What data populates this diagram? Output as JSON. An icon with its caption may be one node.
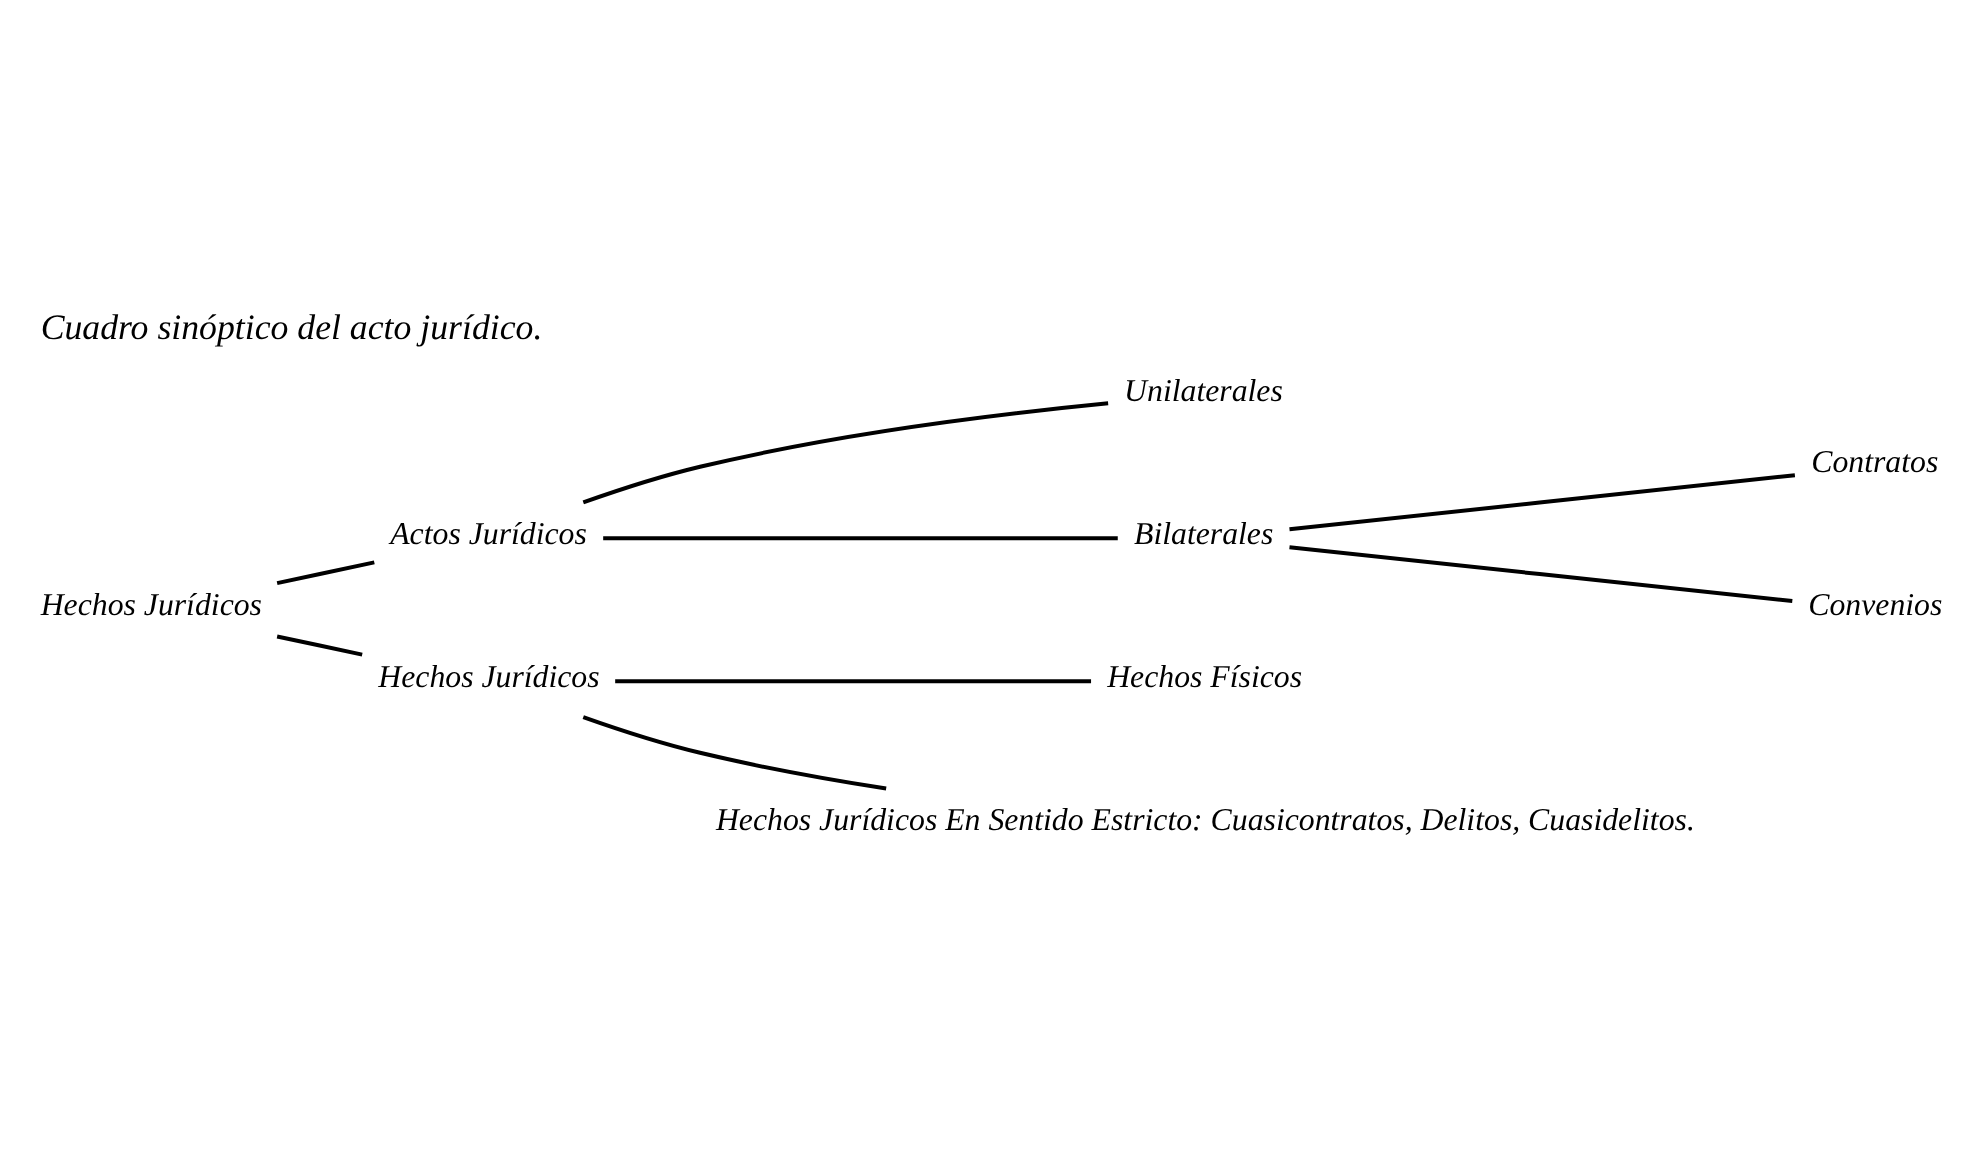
{
  "diagram": {
    "title": "Cuadro sinóptico del acto jurídico.",
    "nodes": [
      {
        "text": [
          "Hechos Jurídicos"
        ]
      },
      {
        "text": [
          "Actos Jurídicos"
        ]
      },
      {
        "text": [
          "Unilaterales"
        ]
      },
      {
        "text": [
          "Bilaterales"
        ]
      },
      {
        "text": [
          "Contratos"
        ]
      },
      {
        "text": [
          "Convenios"
        ]
      },
      {
        "text": [
          "Hechos Jurídicos"
        ]
      },
      {
        "text": [
          "Hechos Físicos"
        ]
      },
      {
        "text": [
          "Hechos Jurídicos En Sentido Estricto: Cuasicontratos, Delitos, Cuasidelitos."
        ]
      }
    ],
    "edges": [
      {
        "from": 0,
        "to": 1,
        "arrow": "none"
      },
      {
        "from": 0,
        "to": 6,
        "arrow": "none"
      },
      {
        "from": 1,
        "to": 2,
        "arrow": "none"
      },
      {
        "from": 1,
        "to": 3,
        "arrow": "none"
      },
      {
        "from": 3,
        "to": 4,
        "arrow": "none"
      },
      {
        "from": 3,
        "to": 5,
        "arrow": "none"
      },
      {
        "from": 6,
        "to": 7,
        "arrow": "none"
      },
      {
        "from": 6,
        "to": 8,
        "arrow": "none"
      }
    ]
  }
}
